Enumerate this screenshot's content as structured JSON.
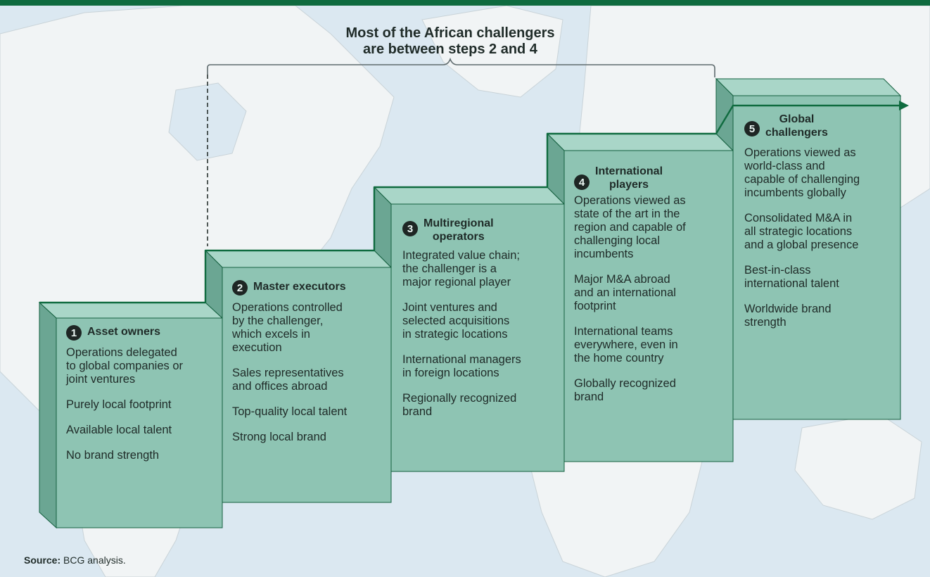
{
  "headline": [
    "Most of the African challengers",
    "are between steps 2 and 4"
  ],
  "steps": [
    {
      "number": "1",
      "title": [
        "Asset owners"
      ],
      "items": [
        [
          "Operations delegated",
          "to global companies or",
          "joint ventures"
        ],
        [
          "Purely local footprint"
        ],
        [
          "Available local talent"
        ],
        [
          "No brand strength"
        ]
      ]
    },
    {
      "number": "2",
      "title": [
        "Master executors"
      ],
      "items": [
        [
          "Operations controlled",
          "by the challenger,",
          "which excels in",
          "execution"
        ],
        [
          "Sales representatives",
          "and offices abroad"
        ],
        [
          "Top-quality local talent"
        ],
        [
          "Strong local brand"
        ]
      ]
    },
    {
      "number": "3",
      "title": [
        "Multiregional",
        "operators"
      ],
      "items": [
        [
          "Integrated value chain;",
          "the challenger is a",
          "major regional player"
        ],
        [
          "Joint ventures and",
          "selected acquisitions",
          "in strategic locations"
        ],
        [
          "International managers",
          "in foreign locations"
        ],
        [
          "Regionally recognized",
          "brand"
        ]
      ]
    },
    {
      "number": "4",
      "title": [
        "International",
        "players"
      ],
      "items": [
        [
          "Operations viewed as",
          "state of the art in the",
          "region and capable of",
          "challenging local",
          "incumbents"
        ],
        [
          "Major M&A abroad",
          "and an international",
          "footprint"
        ],
        [
          "International teams",
          "everywhere, even in",
          "the home country"
        ],
        [
          "Globally recognized",
          "brand"
        ]
      ]
    },
    {
      "number": "5",
      "title": [
        "Global",
        "challengers"
      ],
      "items": [
        [
          "Operations viewed as",
          "world-class and",
          "capable of challenging",
          "incumbents globally"
        ],
        [
          "Consolidated M&A in",
          "all strategic locations",
          "and a global presence"
        ],
        [
          "Best-in-class",
          "international talent"
        ],
        [
          "Worldwide brand",
          "strength"
        ]
      ]
    }
  ],
  "source": {
    "label": "Source:",
    "text": "BCG analysis."
  },
  "colors": {
    "top_bar": "#0f6b3f",
    "map_water": "#dbe8f1",
    "map_land": "#f1f4f5",
    "step_front": "#8ec4b3",
    "step_top": "#a9d6c8",
    "step_side": "#6ba693",
    "outline": "#14603f",
    "arrow": "#0f6b3f"
  }
}
